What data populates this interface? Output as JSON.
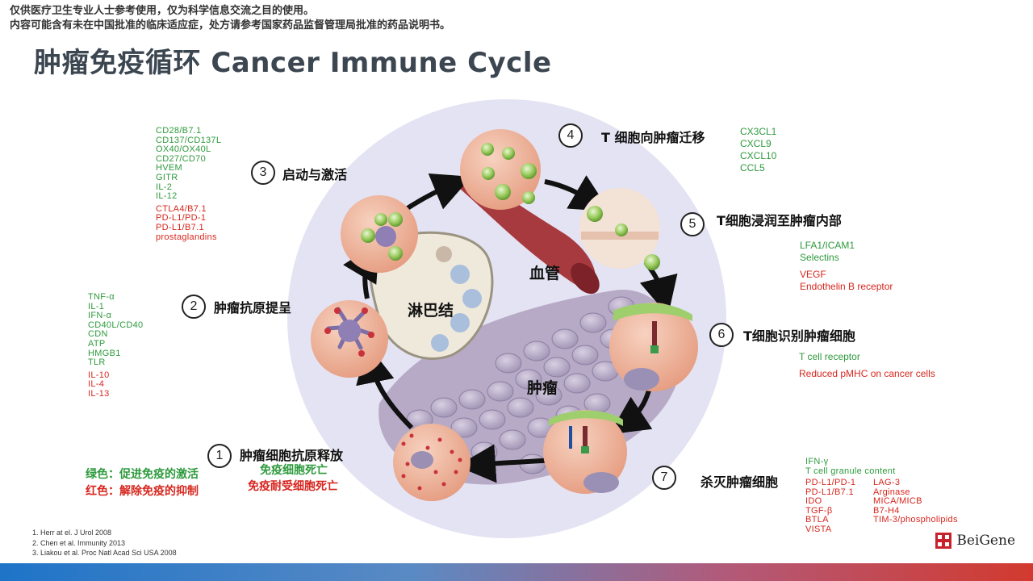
{
  "disclaimer": {
    "line1": "仅供医疗卫生专业人士参考使用，仅为科学信息交流之目的使用。",
    "line2": "内容可能含有未在中国批准的临床适应症，处方请参考国家药品监督管理局批准的药品说明书。"
  },
  "title": "肿瘤免疫循环 Cancer Immune Cycle",
  "diagram": {
    "lymph_node": "淋巴结",
    "blood_vessel": "血管",
    "tumor": "肿瘤"
  },
  "steps": [
    {
      "num": "1",
      "label": "肿瘤细胞抗原释放",
      "sub_green": "免疫细胞死亡",
      "sub_red": "免疫耐受细胞死亡"
    },
    {
      "num": "2",
      "label": "肿瘤抗原提呈"
    },
    {
      "num": "3",
      "label": "启动与激活"
    },
    {
      "num": "4",
      "label": "T 细胞向肿瘤迁移"
    },
    {
      "num": "5",
      "label": "T细胞浸润至肿瘤内部"
    },
    {
      "num": "6",
      "label": "T细胞识别肿瘤细胞"
    },
    {
      "num": "7",
      "label": "杀灭肿瘤细胞"
    }
  ],
  "lists": {
    "step2_green": [
      "TNF-α",
      "IL-1",
      "IFN-α",
      "CD40L/CD40",
      "CDN",
      "ATP",
      "HMGB1",
      "TLR"
    ],
    "step2_red": [
      "IL-10",
      "IL-4",
      "IL-13"
    ],
    "step3_green": [
      "CD28/B7.1",
      "CD137/CD137L",
      "OX40/OX40L",
      "CD27/CD70",
      "HVEM",
      "GITR",
      "IL-2",
      "IL-12"
    ],
    "step3_red": [
      "CTLA4/B7.1",
      "PD-L1/PD-1",
      "PD-L1/B7.1",
      "prostaglandins"
    ],
    "step4_green": [
      "CX3CL1",
      "CXCL9",
      "CXCL10",
      "CCL5"
    ],
    "step5_green": [
      "LFA1/ICAM1",
      "Selectins"
    ],
    "step5_red": [
      "VEGF",
      "Endothelin B receptor"
    ],
    "step6_green": [
      "T cell receptor"
    ],
    "step6_red": [
      "Reduced pMHC on cancer cells"
    ],
    "step7_green": [
      "IFN-γ",
      "T cell granule content"
    ],
    "step7_red_col1": [
      "PD-L1/PD-1",
      "PD-L1/B7.1",
      "IDO",
      "TGF-β",
      "BTLA",
      "VISTA"
    ],
    "step7_red_col2": [
      "LAG-3",
      "Arginase",
      "MICA/MICB",
      "B7-H4",
      "TIM-3/phospholipids"
    ]
  },
  "legend": {
    "green": "绿色：促进免疫的激活",
    "red": "红色：解除免疫的抑制"
  },
  "references": [
    "1. Herr at el. J Urol 2008",
    "2. Chen et al. Immunity 2013",
    "3. Liakou et al. Proc Natl Acad Sci USA 2008"
  ],
  "logo": "BeiGene",
  "colors": {
    "green": "#2e9a3d",
    "red": "#d7261e",
    "circle_bg": "#e4e3f3",
    "cell_fill": "#f0b79e"
  }
}
